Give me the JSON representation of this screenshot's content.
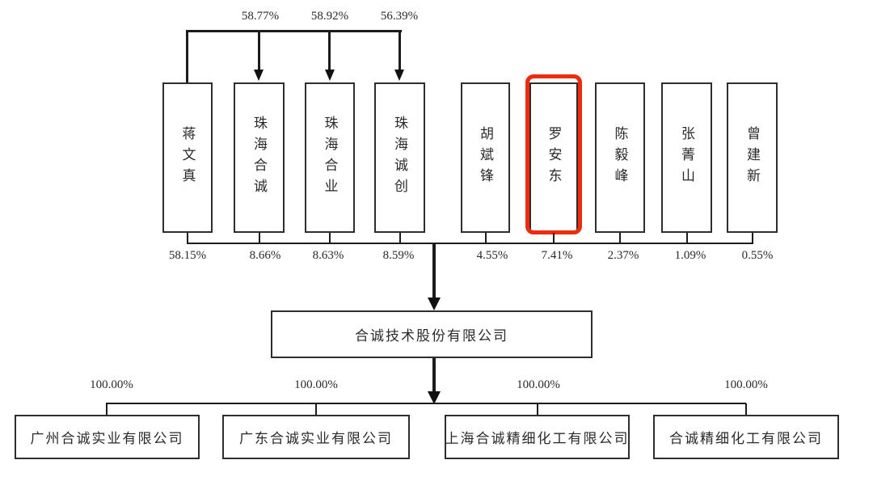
{
  "diagram": {
    "title_hint": "equity ownership structure chart",
    "colors": {
      "highlight_red": "#ee2b0f",
      "line_black": "#1c1c1c",
      "box_border": "#2e2e2e",
      "background": "#ffffff"
    },
    "top_links": [
      {
        "label": "58.77%"
      },
      {
        "label": "58.92%"
      },
      {
        "label": "56.39%"
      }
    ],
    "shareholders": [
      {
        "name": "蒋文真",
        "pct": "58.15%",
        "highlighted": false
      },
      {
        "name": "珠海合诚",
        "pct": "8.66%",
        "highlighted": false
      },
      {
        "name": "珠海合业",
        "pct": "8.63%",
        "highlighted": false
      },
      {
        "name": "珠海诚创",
        "pct": "8.59%",
        "highlighted": false
      },
      {
        "name": "胡斌锋",
        "pct": "4.55%",
        "highlighted": false
      },
      {
        "name": "罗安东",
        "pct": "7.41%",
        "highlighted": true
      },
      {
        "name": "陈毅峰",
        "pct": "2.37%",
        "highlighted": false
      },
      {
        "name": "张菁山",
        "pct": "1.09%",
        "highlighted": false
      },
      {
        "name": "曾建新",
        "pct": "0.55%",
        "highlighted": false
      }
    ],
    "company": {
      "name": "合诚技术股份有限公司"
    },
    "subsidiaries": [
      {
        "name": "广州合诚实业有限公司",
        "pct": "100.00%"
      },
      {
        "name": "广东合诚实业有限公司",
        "pct": "100.00%"
      },
      {
        "name": "上海合诚精细化工有限公司",
        "pct": "100.00%"
      },
      {
        "name": "合诚精细化工有限公司",
        "pct": "100.00%"
      }
    ]
  }
}
